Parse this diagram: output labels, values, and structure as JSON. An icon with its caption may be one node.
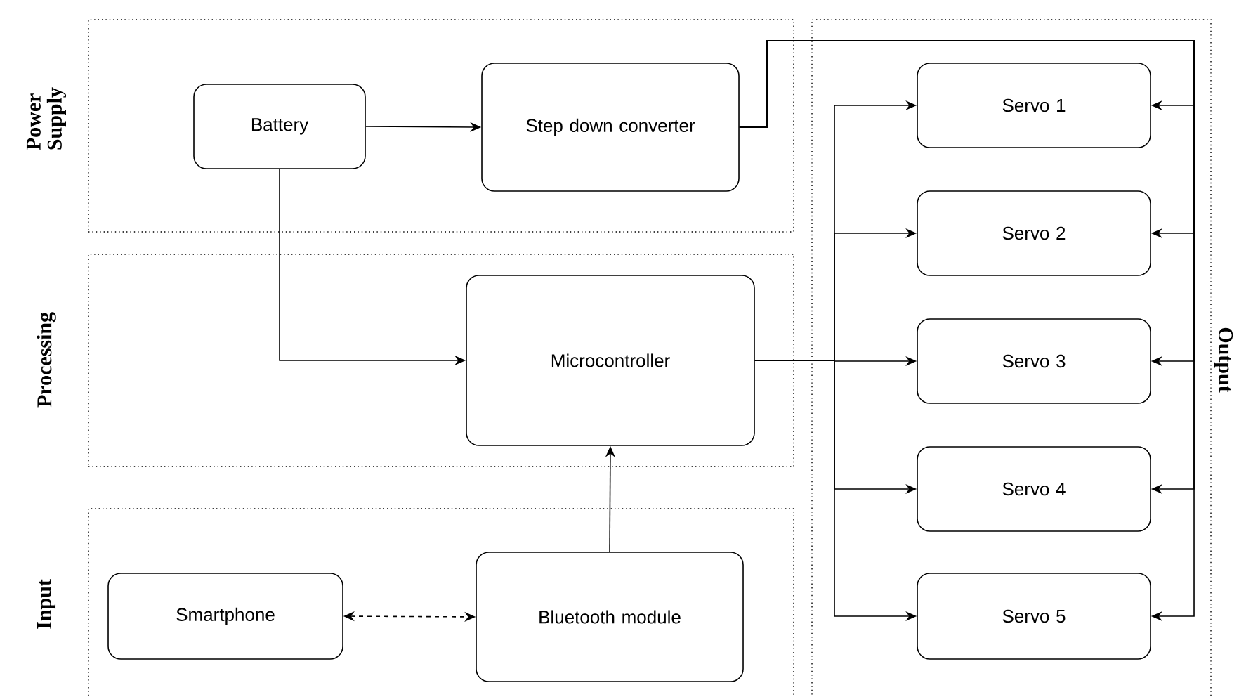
{
  "diagram": {
    "nodes": [
      {
        "text": [
          "Power Supply"
        ]
      },
      {
        "text": [
          "Battery"
        ],
        "in": 0
      },
      {
        "text": [
          "Step down converter"
        ],
        "in": 0
      },
      {
        "text": [
          "Processing"
        ]
      },
      {
        "text": [
          "Microcontroller"
        ],
        "in": 3
      },
      {
        "text": [
          "Input"
        ]
      },
      {
        "text": [
          "Smartphone"
        ],
        "in": 5
      },
      {
        "text": [
          "Bluetooth module"
        ],
        "in": 5
      },
      {
        "text": [
          "Output"
        ]
      },
      {
        "text": [
          "Servo 1"
        ],
        "in": 8
      },
      {
        "text": [
          "Servo 2"
        ],
        "in": 8
      },
      {
        "text": [
          "Servo 3"
        ],
        "in": 8
      },
      {
        "text": [
          "Servo 4"
        ],
        "in": 8
      },
      {
        "text": [
          "Servo 5"
        ],
        "in": 8
      }
    ],
    "edges": [
      {
        "from": 1,
        "to": 2,
        "arrow": "to"
      },
      {
        "from": 1,
        "to": 4,
        "arrow": "to"
      },
      {
        "from": 7,
        "to": 4,
        "arrow": "to"
      },
      {
        "from": 6,
        "to": 7,
        "arrow": "both",
        "style": "dashed"
      },
      {
        "from": 4,
        "to": 9,
        "arrow": "to"
      },
      {
        "from": 4,
        "to": 10,
        "arrow": "to"
      },
      {
        "from": 4,
        "to": 11,
        "arrow": "to"
      },
      {
        "from": 4,
        "to": 12,
        "arrow": "to"
      },
      {
        "from": 4,
        "to": 13,
        "arrow": "to"
      },
      {
        "from": 2,
        "to": 9,
        "arrow": "to"
      },
      {
        "from": 2,
        "to": 10,
        "arrow": "to"
      },
      {
        "from": 2,
        "to": 11,
        "arrow": "to"
      },
      {
        "from": 2,
        "to": 12,
        "arrow": "to"
      },
      {
        "from": 2,
        "to": 13,
        "arrow": "to"
      }
    ]
  }
}
